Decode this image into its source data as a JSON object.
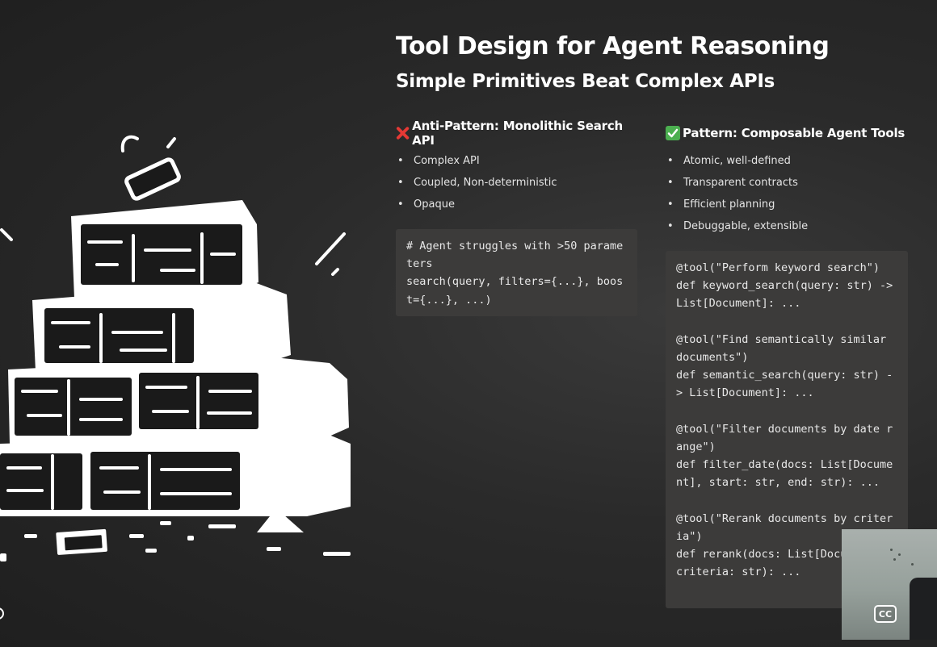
{
  "slide": {
    "title": "Tool Design for Agent Reasoning",
    "subtitle": "Simple Primitives Beat Complex APIs",
    "anti_pattern": {
      "heading": "Anti-Pattern: Monolithic Search API",
      "icon": "cross-mark-icon",
      "icon_color": "#e53935",
      "bullets": [
        "Complex API",
        "Coupled, Non-deterministic",
        "Opaque"
      ],
      "code": "# Agent struggles with >50 parameters\nsearch(query, filters={...}, boost={...}, ...)"
    },
    "pattern": {
      "heading": "Pattern: Composable Agent Tools",
      "icon": "check-mark-icon",
      "icon_color": "#4caf50",
      "bullets": [
        "Atomic, well-defined",
        "Transparent contracts",
        "Efficient planning",
        "Debuggable, extensible"
      ],
      "code": "@tool(\"Perform keyword search\")\ndef keyword_search(query: str) -> List[Document]: ...\n\n@tool(\"Find semantically similar documents\")\ndef semantic_search(query: str) -> List[Document]: ...\n\n@tool(\"Filter documents by date range\")\ndef filter_date(docs: List[Document], start: str, end: str): ...\n\n@tool(\"Rerank documents by criteria\")\ndef rerank(docs: List[Document], criteria: str): ..."
    }
  },
  "player": {
    "cc_label": "CC"
  },
  "colors": {
    "background": "#262626",
    "code_background": "#3c3b3a",
    "text": "#ffffff"
  }
}
